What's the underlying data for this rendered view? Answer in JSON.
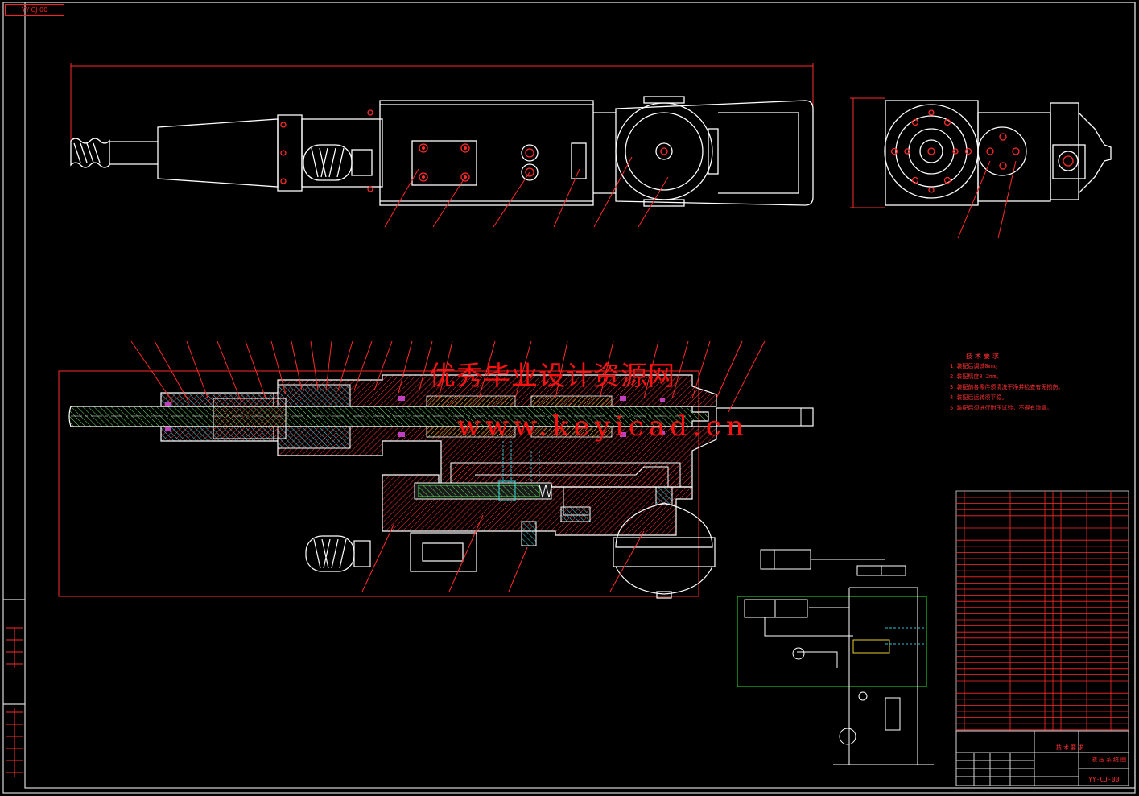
{
  "watermark": {
    "text_cn": "优秀毕业设计资源网",
    "url": "www.keyicad.cn"
  },
  "drawing_number": "YY-CJ-00",
  "frame_tab": "YY-CJ-00",
  "notes": {
    "title": "技术要求",
    "lines": [
      "1.装配后调试0mm。",
      "2.装配精度0.2mm。",
      "3.装配前各零件须清洗干净并检查有无损伤。",
      "4.装配后运转须平稳。",
      "5.装配后须进行耐压试验，不得有渗漏。"
    ]
  },
  "title_block": {
    "name": "技术要求",
    "table_title": "液压系统图"
  },
  "colors": {
    "outline": "#ffffff",
    "dim": "#ff2a2a",
    "leader": "#ff2a2a",
    "hatch": "#ff3030",
    "shaft_green": "#2f8f2f",
    "cyan_hatch": "#2fb8c8",
    "yellow_hatch": "#e8d030",
    "magenta": "#d040d0",
    "frame": "#d8d8d8",
    "green_box": "#20c020"
  }
}
